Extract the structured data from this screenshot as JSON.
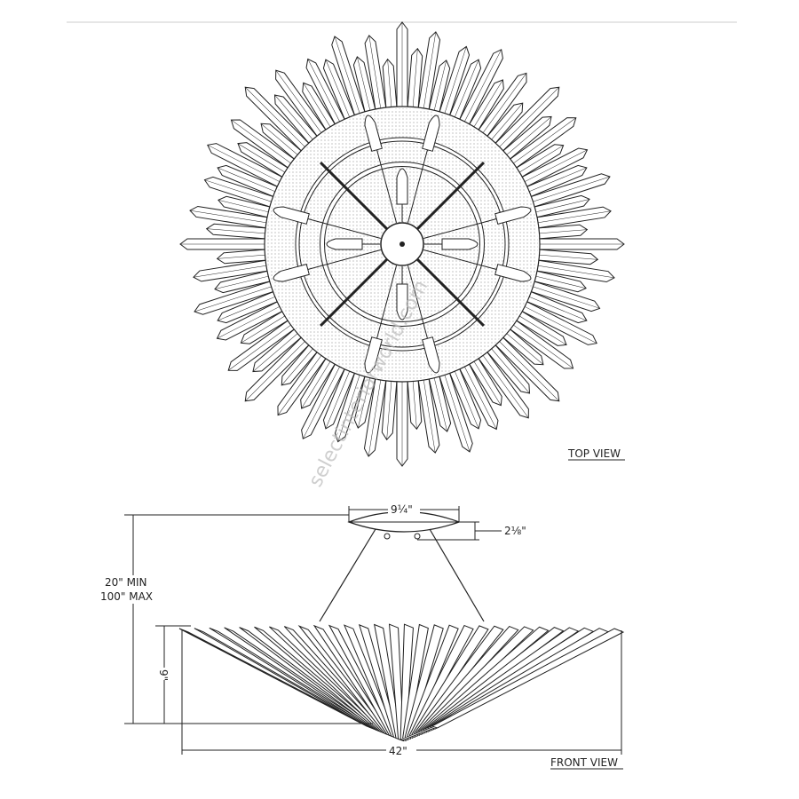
{
  "labels": {
    "top_view": "TOP VIEW",
    "front_view": "FRONT VIEW",
    "canopy_width": "9¼\"",
    "canopy_height": "2⅛\"",
    "overall_height_min": "20\" MIN",
    "overall_height_max": "100\" MAX",
    "fixture_height": "9\"",
    "fixture_width": "42\""
  },
  "watermark": "selectinteriorworld.com",
  "colors": {
    "line": "#222222",
    "rule": "#e6e6e6",
    "dots": "#999999"
  }
}
